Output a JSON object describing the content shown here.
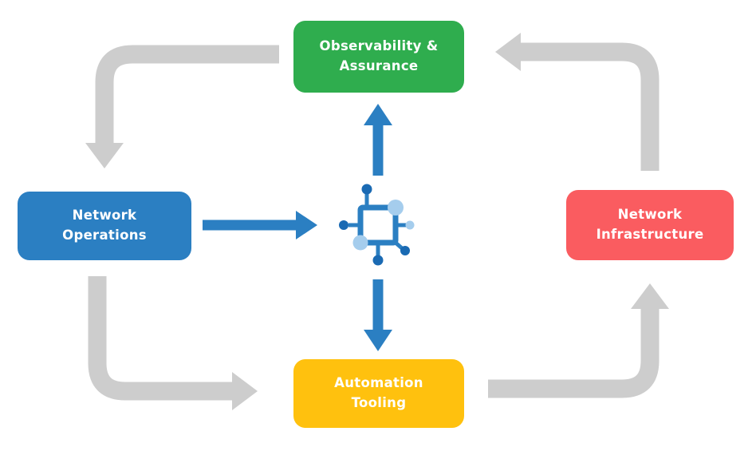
{
  "diagram": {
    "nodes": [
      {
        "id": "observability-assurance",
        "label": "Observability &\nAssurance",
        "color": "#2fad4e"
      },
      {
        "id": "network-operations",
        "label": "Network\nOperations",
        "color": "#2b7fc2"
      },
      {
        "id": "network-infrastructure",
        "label": "Network\nInfrastructure",
        "color": "#fa5c60"
      },
      {
        "id": "automation-tooling",
        "label": "Automation\nTooling",
        "color": "#ffc10e"
      }
    ],
    "center_icon": {
      "name": "network-automation-icon",
      "stroke_color": "#2b7fc2",
      "dark_dot_color": "#1a6ab3",
      "light_dot_color": "#a5cded"
    },
    "colors": {
      "cycle_arrow": "#cdcdcd",
      "flow_arrow": "#2b7fc2",
      "background": "#ffffff"
    },
    "edges": [
      {
        "from": "observability-assurance",
        "to": "network-operations",
        "style": "cycle"
      },
      {
        "from": "network-operations",
        "to": "automation-tooling",
        "style": "cycle"
      },
      {
        "from": "automation-tooling",
        "to": "network-infrastructure",
        "style": "cycle"
      },
      {
        "from": "network-infrastructure",
        "to": "observability-assurance",
        "style": "cycle"
      },
      {
        "from": "network-operations",
        "to": "center-icon",
        "style": "flow"
      },
      {
        "from": "center-icon",
        "to": "observability-assurance",
        "style": "flow"
      },
      {
        "from": "center-icon",
        "to": "automation-tooling",
        "style": "flow"
      }
    ]
  }
}
